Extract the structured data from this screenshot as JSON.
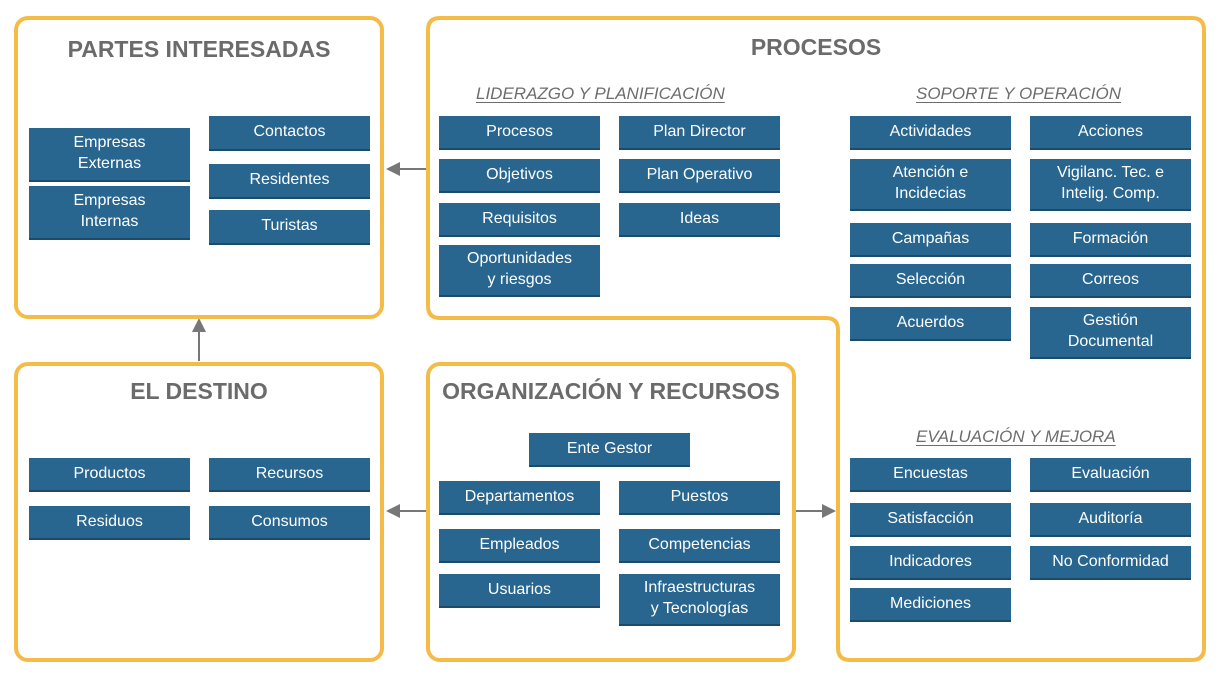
{
  "partes": {
    "title": "PARTES INTERESADAS",
    "empresas_externas": "Empresas\nExternas",
    "empresas_internas": "Empresas\nInternas",
    "contactos": "Contactos",
    "residentes": "Residentes",
    "turistas": "Turistas"
  },
  "procesos": {
    "title": "PROCESOS",
    "liderazgo": {
      "title": "LIDERAZGO Y PLANIFICACIÓN",
      "items": [
        "Procesos",
        "Plan Director",
        "Objetivos",
        "Plan Operativo",
        "Requisitos",
        "Ideas",
        "Oportunidades\ny riesgos"
      ]
    },
    "soporte": {
      "title": "SOPORTE Y OPERACIÓN",
      "items": [
        "Actividades",
        "Acciones",
        "Atención e\nIncidecias",
        "Vigilanc. Tec. e\nIntelig. Comp.",
        "Campañas",
        "Formación",
        "Selección",
        "Correos",
        "Acuerdos",
        "Gestión\nDocumental"
      ]
    },
    "evaluacion": {
      "title": "EVALUACIÓN Y MEJORA",
      "items": [
        "Encuestas",
        "Evaluación",
        "Satisfacción",
        "Auditoría",
        "Indicadores",
        "No Conformidad",
        "Mediciones"
      ]
    }
  },
  "destino": {
    "title": "EL DESTINO",
    "items": [
      "Productos",
      "Recursos",
      "Residuos",
      "Consumos"
    ]
  },
  "organizacion": {
    "title": "ORGANIZACIÓN Y RECURSOS",
    "ente_gestor": "Ente Gestor",
    "departamentos": "Departamentos",
    "empleados": "Empleados",
    "usuarios": "Usuarios",
    "puestos": "Puestos",
    "competencias": "Competencias",
    "infraestructuras": "Infraestructuras\ny Tecnologías"
  },
  "colors": {
    "panel_border": "#f5bb47",
    "box_fill": "#286690",
    "title_text": "#6b6b6b",
    "arrow": "#777777"
  }
}
